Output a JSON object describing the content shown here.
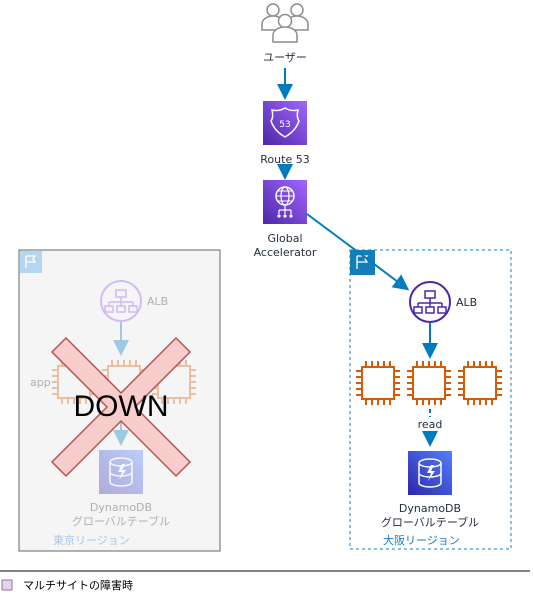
{
  "nodes": {
    "users": {
      "label": "ユーザー",
      "icon": "users-icon"
    },
    "route53": {
      "label": "Route 53",
      "icon": "route53-icon",
      "badge": "53"
    },
    "global_accelerator": {
      "label_line1": "Global",
      "label_line2": "Accelerator",
      "icon": "global-accelerator-icon"
    },
    "tokyo_region": {
      "label": "東京リージョン",
      "status": "DOWN",
      "alb_label": "ALB",
      "app_label": "app",
      "dynamodb_line1": "DynamoDB",
      "dynamodb_line2": "グローバルテーブル"
    },
    "osaka_region": {
      "label": "大阪リージョン",
      "alb_label": "ALB",
      "read_label": "read",
      "dynamodb_line1": "DynamoDB",
      "dynamodb_line2": "グローバルテーブル"
    }
  },
  "legend": {
    "text": "マルチサイトの障害時"
  },
  "colors": {
    "route53": "#8c4fff",
    "accelerator": "#8c4fff",
    "ec2": "#d45b07",
    "dynamodb": "#3b48cc",
    "arrow": "#007cbd",
    "region_border": "#147eba",
    "down_fill": "#f8cecc",
    "down_stroke": "#b85450",
    "tokyo_bg": "#f5f5f5"
  }
}
